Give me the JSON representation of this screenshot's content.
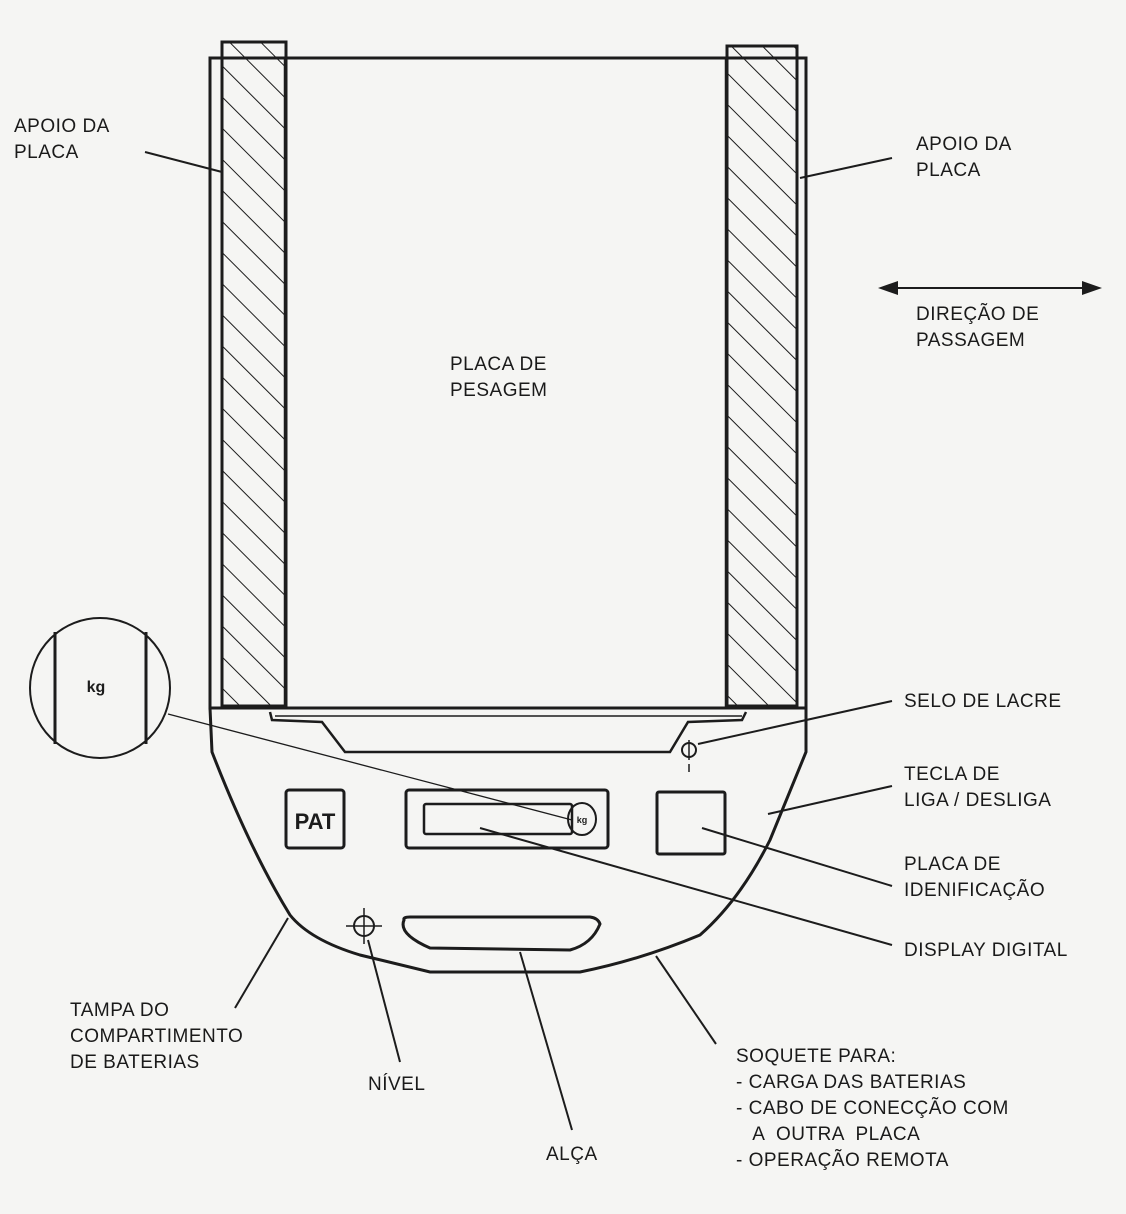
{
  "diagram": {
    "labels": {
      "apoio_left": [
        "APOIO  DA",
        "PLACA"
      ],
      "apoio_right": [
        "APOIO  DA",
        "PLACA"
      ],
      "direcao": [
        "DIREÇÃO  DE",
        "PASSAGEM"
      ],
      "placa_pesagem": [
        "PLACA  DE",
        "PESAGEM"
      ],
      "selo": [
        "SELO  DE  LACRE"
      ],
      "tecla": [
        "TECLA  DE",
        "LIGA / DESLIGA"
      ],
      "placa_id": [
        "PLACA  DE",
        "IDENIFICAÇÃO"
      ],
      "display": [
        "DISPLAY  DIGITAL"
      ],
      "tampa": [
        "TAMPA  DO",
        "COMPARTIMENTO",
        "DE  BATERIAS"
      ],
      "nivel": [
        "NÍVEL"
      ],
      "alca": [
        "ALÇA"
      ],
      "soquete": [
        "SOQUETE  PARA:",
        "-  CARGA  DAS  BATERIAS",
        "-  CABO  DE  CONECÇÃO  COM",
        "   A  OUTRA  PLACA",
        "-  OPERAÇÃO  REMOTA"
      ]
    },
    "pat_button": "PAT",
    "kg_inset": "kg",
    "kg_display": "kg",
    "colors": {
      "ink": "#1c1c1c",
      "paper": "#f5f5f3"
    }
  }
}
